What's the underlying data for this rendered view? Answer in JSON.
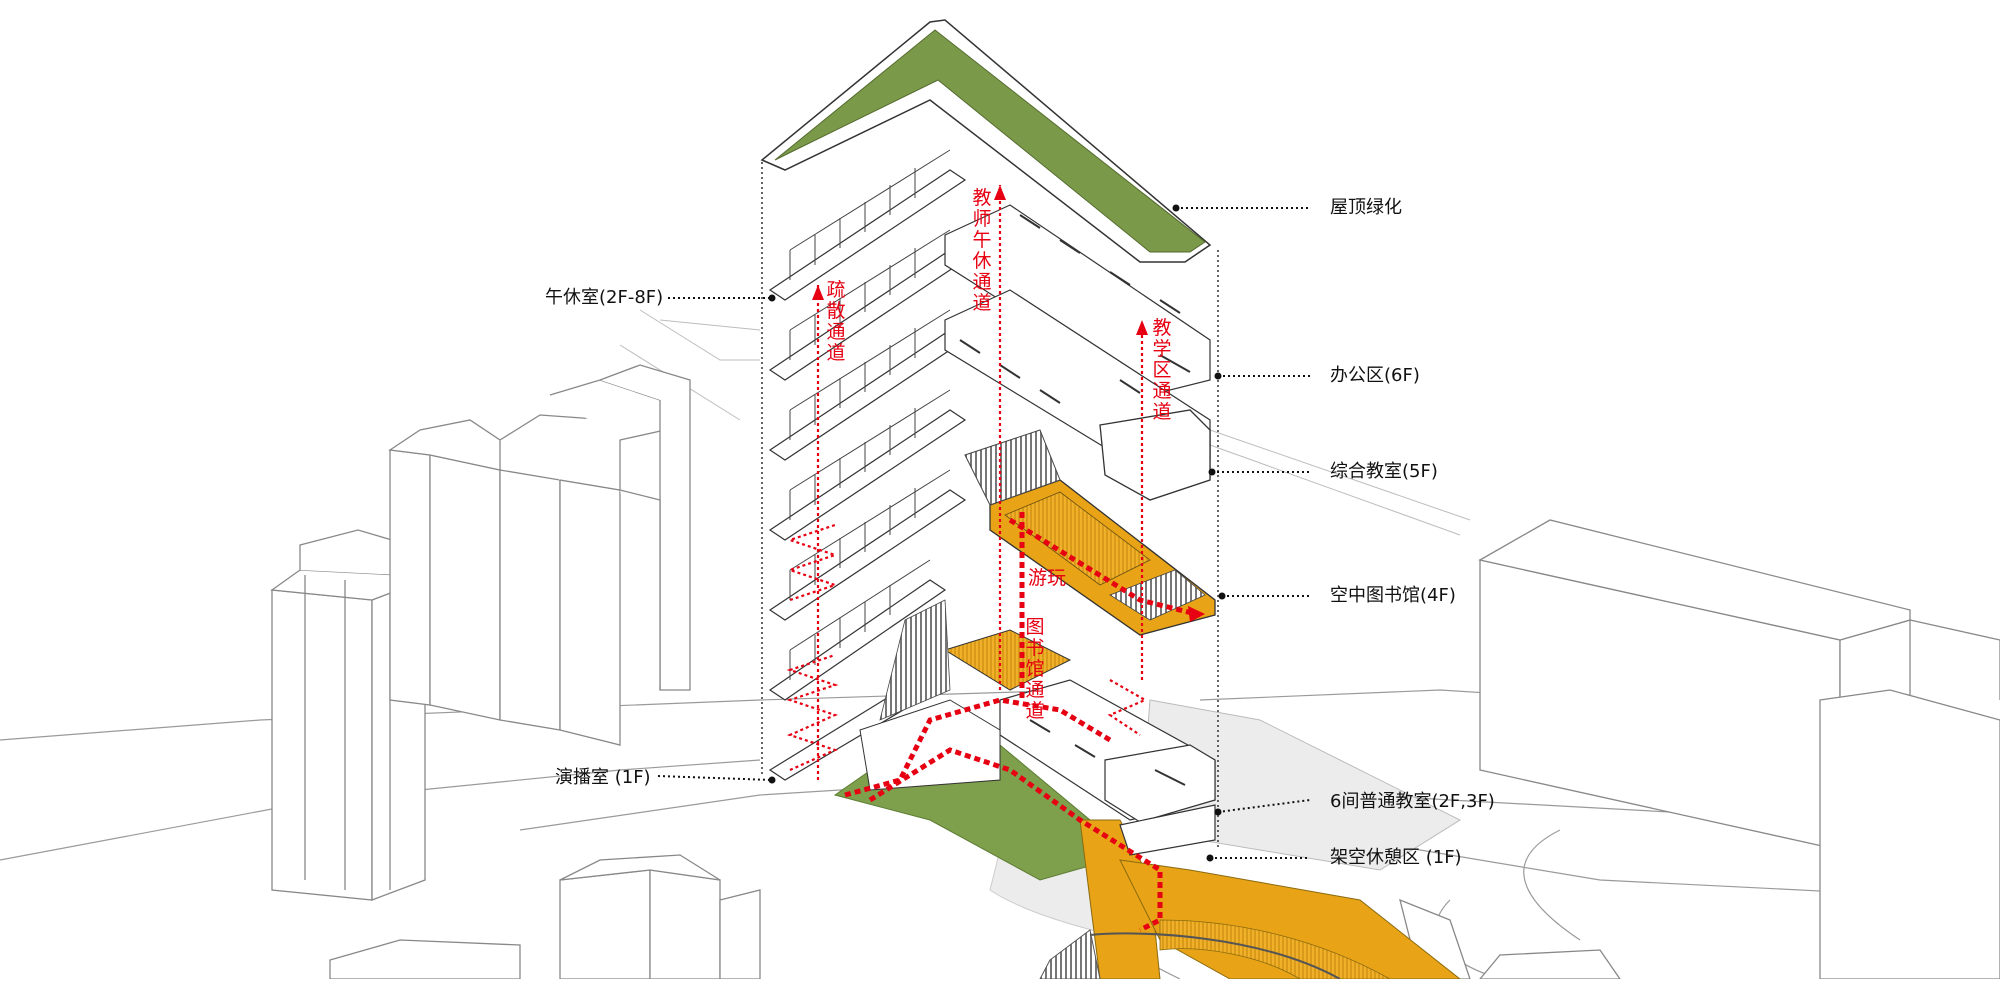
{
  "callouts": {
    "roof_green": "屋顶绿化",
    "nap_room": "午休室(2F-8F)",
    "office": "办公区(6F)",
    "comprehensive_classroom": "综合教室(5F)",
    "sky_library": "空中图书馆(4F)",
    "performance_room": "演播室 (1F)",
    "regular_classrooms": "6间普通教室(2F,3F)",
    "open_lounge": "架空休憩区 (1F)"
  },
  "routes": {
    "evacuation": "疏散通道",
    "teacher_nap": "教师午休通道",
    "teaching_area": "教学区通道",
    "play": "游玩",
    "library": "图书馆通道"
  },
  "colors": {
    "route_red": "#e60012",
    "roof_green": "#7a9a4a",
    "amber": "#e8a317",
    "line": "#555555",
    "context_line": "#8a8a8a"
  }
}
